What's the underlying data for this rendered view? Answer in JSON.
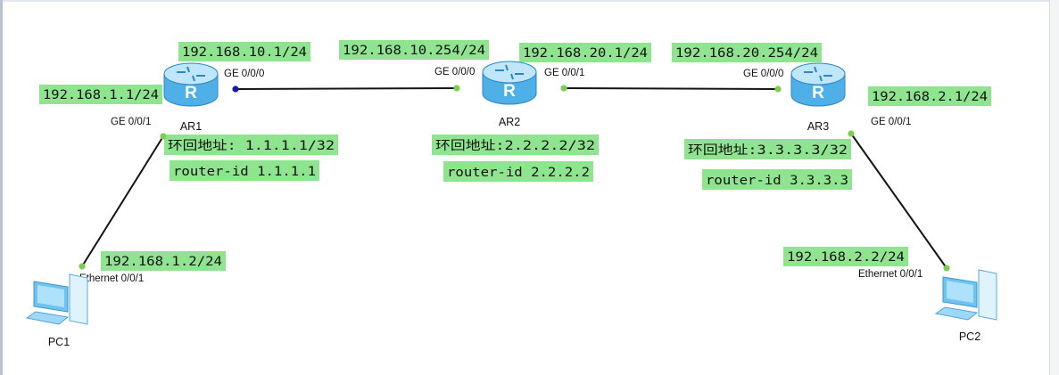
{
  "colors": {
    "link": "#141414",
    "label_bg": "#8fe58f",
    "port_dot": "#7ad04e",
    "active_port_dot": "#1a1aa8",
    "router_top": "#bfe6fb",
    "router_body": "#4fb0e8",
    "router_dark": "#2a86c4"
  },
  "devices": [
    {
      "id": "ar1",
      "label": "AR1",
      "icon": "router-icon"
    },
    {
      "id": "ar2",
      "label": "AR2",
      "icon": "router-icon"
    },
    {
      "id": "ar3",
      "label": "AR3",
      "icon": "router-icon"
    },
    {
      "id": "pc1",
      "label": "PC1",
      "icon": "pc-icon"
    },
    {
      "id": "pc2",
      "label": "PC2",
      "icon": "pc-icon"
    }
  ],
  "links": [
    {
      "id": "ar1-ar2",
      "from": "ar1",
      "to": "ar2"
    },
    {
      "id": "ar2-ar3",
      "from": "ar2",
      "to": "ar3"
    },
    {
      "id": "ar1-pc1",
      "from": "ar1",
      "to": "pc1"
    },
    {
      "id": "ar3-pc2",
      "from": "ar3",
      "to": "pc2"
    }
  ],
  "ports": [
    {
      "id": "ar1-ge000",
      "text": "GE 0/0/0"
    },
    {
      "id": "ar1-ge001",
      "text": "GE 0/0/1"
    },
    {
      "id": "ar2-ge000",
      "text": "GE 0/0/0"
    },
    {
      "id": "ar2-ge001",
      "text": "GE 0/0/1"
    },
    {
      "id": "ar3-ge000",
      "text": "GE 0/0/0"
    },
    {
      "id": "ar3-ge001",
      "text": "GE 0/0/1"
    },
    {
      "id": "pc1-eth",
      "text": "Ethernet 0/0/1"
    },
    {
      "id": "pc2-eth",
      "text": "Ethernet 0/0/1"
    }
  ],
  "addresses": [
    {
      "id": "ar1-ge000-ip",
      "text": "192.168.10.1/24"
    },
    {
      "id": "ar2-ge000-ip",
      "text": "192.168.10.254/24"
    },
    {
      "id": "ar2-ge001-ip",
      "text": "192.168.20.1/24"
    },
    {
      "id": "ar3-ge000-ip",
      "text": "192.168.20.254/24"
    },
    {
      "id": "ar1-ge001-ip",
      "text": "192.168.1.1/24"
    },
    {
      "id": "ar3-ge001-ip",
      "text": "192.168.2.1/24"
    },
    {
      "id": "ar1-loopback",
      "text": "环回地址: 1.1.1.1/32"
    },
    {
      "id": "ar1-router-id",
      "text": "router-id 1.1.1.1"
    },
    {
      "id": "ar2-loopback",
      "text": "环回地址:2.2.2.2/32"
    },
    {
      "id": "ar2-router-id",
      "text": "router-id 2.2.2.2"
    },
    {
      "id": "ar3-loopback",
      "text": "环回地址:3.3.3.3/32"
    },
    {
      "id": "ar3-router-id",
      "text": "router-id 3.3.3.3"
    },
    {
      "id": "pc1-ip",
      "text": "192.168.1.2/24"
    },
    {
      "id": "pc2-ip",
      "text": "192.168.2.2/24"
    }
  ]
}
